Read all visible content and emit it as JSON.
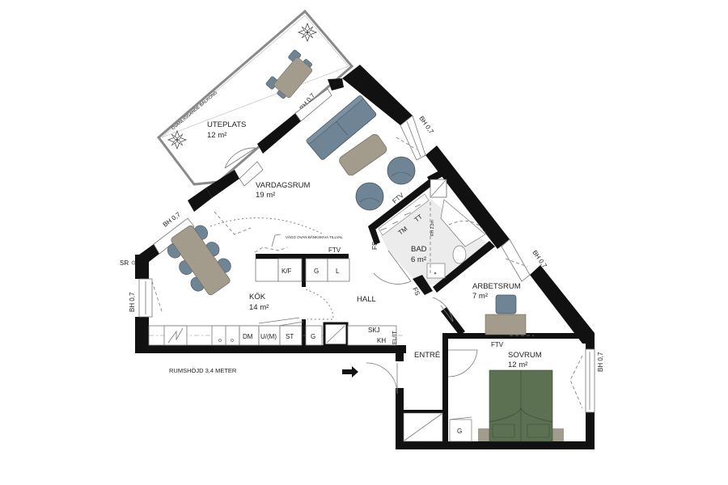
{
  "plan": {
    "room_height_note": "RUMSHÖJD 3,4 METER",
    "colors": {
      "wall": "#111111",
      "furniture_blue": "#6f8596",
      "furniture_beige": "#a39c8d",
      "bed_green": "#5b7152",
      "bath_floor": "#ececec",
      "balcony_rail": "#8a8a8a"
    },
    "rooms": {
      "uteplats": {
        "name": "UTEPLATS",
        "area": "12 m²"
      },
      "vardagsrum": {
        "name": "VARDAGSRUM",
        "area": "19 m²"
      },
      "kok": {
        "name": "KÖK",
        "area": "14 m²"
      },
      "hall": {
        "name": "HALL"
      },
      "bad": {
        "name": "BAD",
        "area": "6 m²"
      },
      "arbetsrum": {
        "name": "ARBETSRUM",
        "area": "7 m²"
      },
      "sovrum": {
        "name": "SOVRUM",
        "area": "12 m²"
      },
      "entre": {
        "name": "ENTRÉ"
      }
    },
    "balcony_note": "OVANLIGGANDE BALKONG",
    "wall_note": "VÄGG OVAN BÄNKSKIVA TILLVAL",
    "bath_ceiling_note": "RH 2,3m",
    "window_labels": {
      "balcony_door": "BH 0,7",
      "living_ne": "BH 0,7",
      "kitchen_nw": "BH 0,7",
      "kitchen_w": "BH 0,7",
      "study": "BH 0,7",
      "bedroom": "BH 0,7"
    },
    "symbols": {
      "sr": "SR",
      "ftv_living": "FTV",
      "ftv_island": "FTV",
      "ftv_study": "FTV",
      "tm": "TM",
      "tt": "TT",
      "fs_upper": "FS",
      "fs_lower": "FS"
    },
    "island_units": [
      "K/F",
      "G",
      "L"
    ],
    "kitchen_units": [
      "DM",
      "U/(M)",
      "ST",
      "G"
    ],
    "hall_units": [
      "SKJ",
      "KH",
      "EL/IT"
    ],
    "bedroom_unit": "G"
  }
}
